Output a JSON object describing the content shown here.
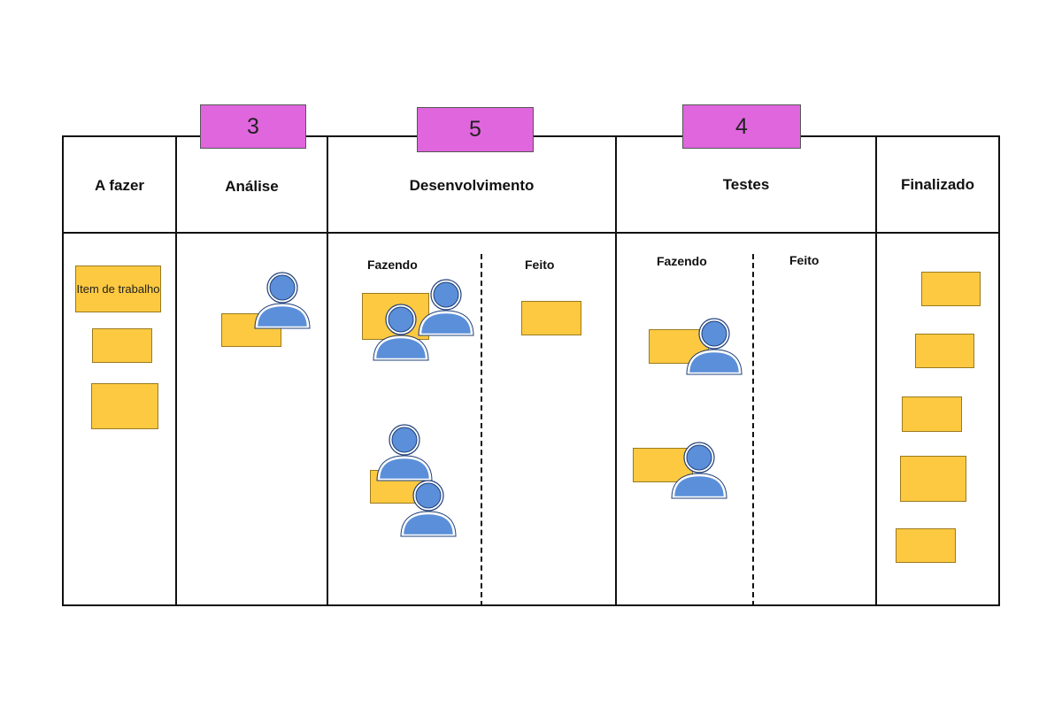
{
  "columns": {
    "a_fazer": {
      "title": "A fazer"
    },
    "analise": {
      "title": "Análise",
      "wip_limit": "3"
    },
    "desenvolvimento": {
      "title": "Desenvolvimento",
      "wip_limit": "5",
      "sub_doing": "Fazendo",
      "sub_done": "Feito"
    },
    "testes": {
      "title": "Testes",
      "wip_limit": "4",
      "sub_doing": "Fazendo",
      "sub_done": "Feito"
    },
    "finalizado": {
      "title": "Finalizado"
    }
  },
  "work_item_label": "Item de trabalho",
  "colors": {
    "card": "#fdc941",
    "wip_tag": "#e066de",
    "person": "#5b8fd9",
    "line": "#111111"
  },
  "icons": {
    "person": "person-icon"
  }
}
